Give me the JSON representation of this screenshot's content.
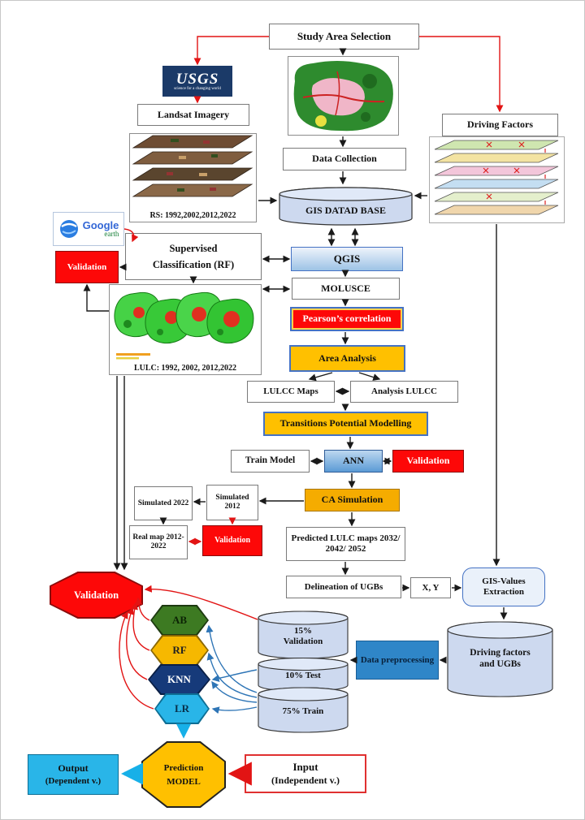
{
  "diagram": {
    "study_area": "Study Area Selection",
    "data_collection": "Data Collection",
    "gis_database": "GIS DATAD BASE",
    "usgs_logo": "USGS",
    "usgs_tagline": "science for a changing world",
    "landsat_imagery": "Landsat Imagery",
    "rs_caption": "RS: 1992,2002,2012,2022",
    "driving_factors": "Driving Factors",
    "google_logo": "Google",
    "google_sub": "earth",
    "validation_rf": "Validation",
    "supervised_line1": "Supervised",
    "supervised_line2": "Classification (RF)",
    "qgis": "QGIS",
    "molusce": "MOLUSCE",
    "pearson": "Pearson’s correlation",
    "area_analysis": "Area Analysis",
    "lulc_caption": "LULC: 1992, 2002, 2012,2022",
    "lulcc_maps": "LULCC Maps",
    "analysis_lulcc": "Analysis LULCC",
    "transitions": "Transitions Potential Modelling",
    "train_model": "Train Model",
    "ann": "ANN",
    "validation_ann": "Validation",
    "ca_simulation": "CA Simulation",
    "simulated_2022": "Simulated 2022",
    "simulated_2012": "Simulated 2012",
    "real_map": "Real map 2012- 2022",
    "validation_sim": "Validation",
    "predicted_maps": "Predicted LULC maps 2032/ 2042/ 2052",
    "delineation": "Delineation of UGBs",
    "xy": "X, Y",
    "gis_values": "GIS-Values Extraction",
    "validation_models": "Validation",
    "model_ab": "AB",
    "model_rf": "RF",
    "model_knn": "KNN",
    "model_lr": "LR",
    "split_validation": "15% Validation",
    "split_test": "10% Test",
    "split_train": "75% Train",
    "data_preprocessing": "Data preprocessing",
    "driving_ugbs": "Driving factors and UGBs",
    "prediction_line1": "Prediction",
    "prediction_line2": "MODEL",
    "input_line1": "Input",
    "input_line2": "(Independent v.)",
    "output_line1": "Output",
    "output_line2": "(Dependent v.)"
  },
  "colors": {
    "arrow_red": "#e21414",
    "arrow_blue": "#2e75b6",
    "arrow_cyan": "#17b0e8",
    "box_yellow": "#ffc000",
    "box_red": "#fd0808",
    "box_blue_border": "#4472c4",
    "cylinder_fill": "#cdd9ef",
    "hex_green": "#3d7a22",
    "hex_navy": "#163a7a",
    "hex_cyan": "#29b5e8",
    "usgs_navy": "#1b3a68",
    "orange": "#f5ac00"
  }
}
